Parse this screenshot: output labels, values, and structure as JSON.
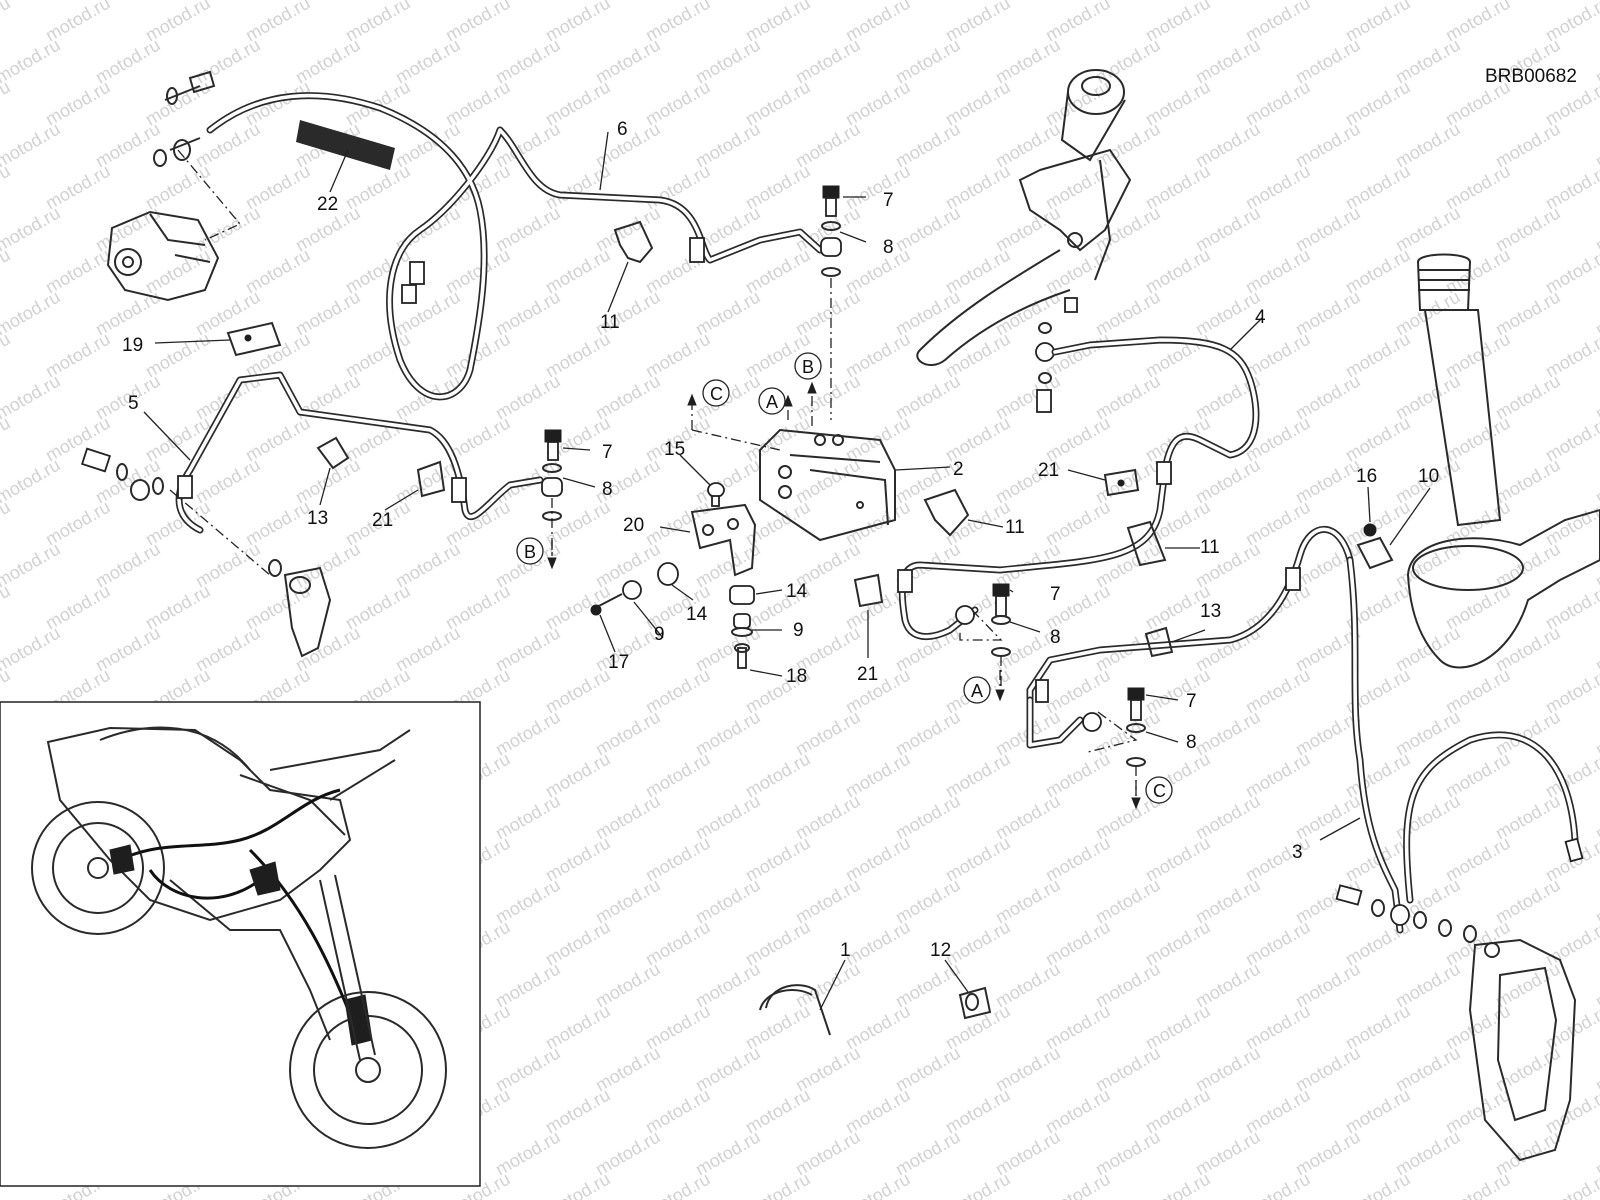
{
  "drawing_code": "BRB00682",
  "watermark_text": "motod.ru",
  "part_labels": [
    "6",
    "22",
    "7",
    "8",
    "19",
    "11",
    "5",
    "7",
    "8",
    "13",
    "21",
    "15",
    "20",
    "2",
    "14",
    "9",
    "17",
    "14",
    "9",
    "18",
    "11",
    "11",
    "21",
    "4",
    "7",
    "8",
    "21",
    "13",
    "7",
    "8",
    "16",
    "10",
    "3",
    "1",
    "12"
  ],
  "ref_letters": [
    "A",
    "B",
    "C",
    "B",
    "A",
    "C"
  ],
  "inset_panel": "motorcycle-overview"
}
